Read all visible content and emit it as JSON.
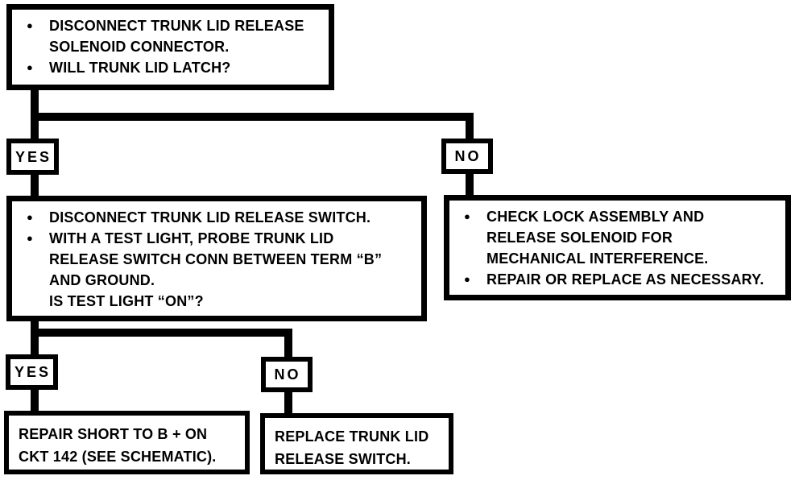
{
  "colors": {
    "ink": "#000000",
    "paper": "#ffffff"
  },
  "icons": {
    "bullet": "●"
  },
  "nodes": {
    "q1": {
      "items": [
        {
          "bullet": true,
          "lines": [
            "DISCONNECT TRUNK LID RELEASE",
            "SOLENOID CONNECTOR."
          ]
        },
        {
          "bullet": true,
          "lines": [
            "WILL TRUNK LID LATCH?"
          ]
        }
      ]
    },
    "yes1": {
      "label": "YES"
    },
    "no1": {
      "label": "NO"
    },
    "q2": {
      "items": [
        {
          "bullet": true,
          "lines": [
            "DISCONNECT TRUNK LID RELEASE SWITCH."
          ]
        },
        {
          "bullet": true,
          "lines": [
            "WITH A TEST LIGHT, PROBE TRUNK LID",
            "RELEASE SWITCH CONN BETWEEN TERM “B”",
            "AND GROUND.",
            "IS TEST LIGHT “ON”?"
          ]
        }
      ]
    },
    "a1": {
      "items": [
        {
          "bullet": true,
          "lines": [
            "CHECK LOCK ASSEMBLY AND",
            "RELEASE SOLENOID FOR",
            "MECHANICAL INTERFERENCE."
          ]
        },
        {
          "bullet": true,
          "lines": [
            "REPAIR OR REPLACE AS NECESSARY."
          ]
        }
      ]
    },
    "yes2": {
      "label": "YES"
    },
    "no2": {
      "label": "NO"
    },
    "t1": {
      "lines": [
        "REPAIR SHORT TO B + ON",
        "CKT 142 (SEE SCHEMATIC)."
      ]
    },
    "t2": {
      "lines": [
        "REPLACE TRUNK LID",
        "RELEASE SWITCH."
      ]
    }
  }
}
